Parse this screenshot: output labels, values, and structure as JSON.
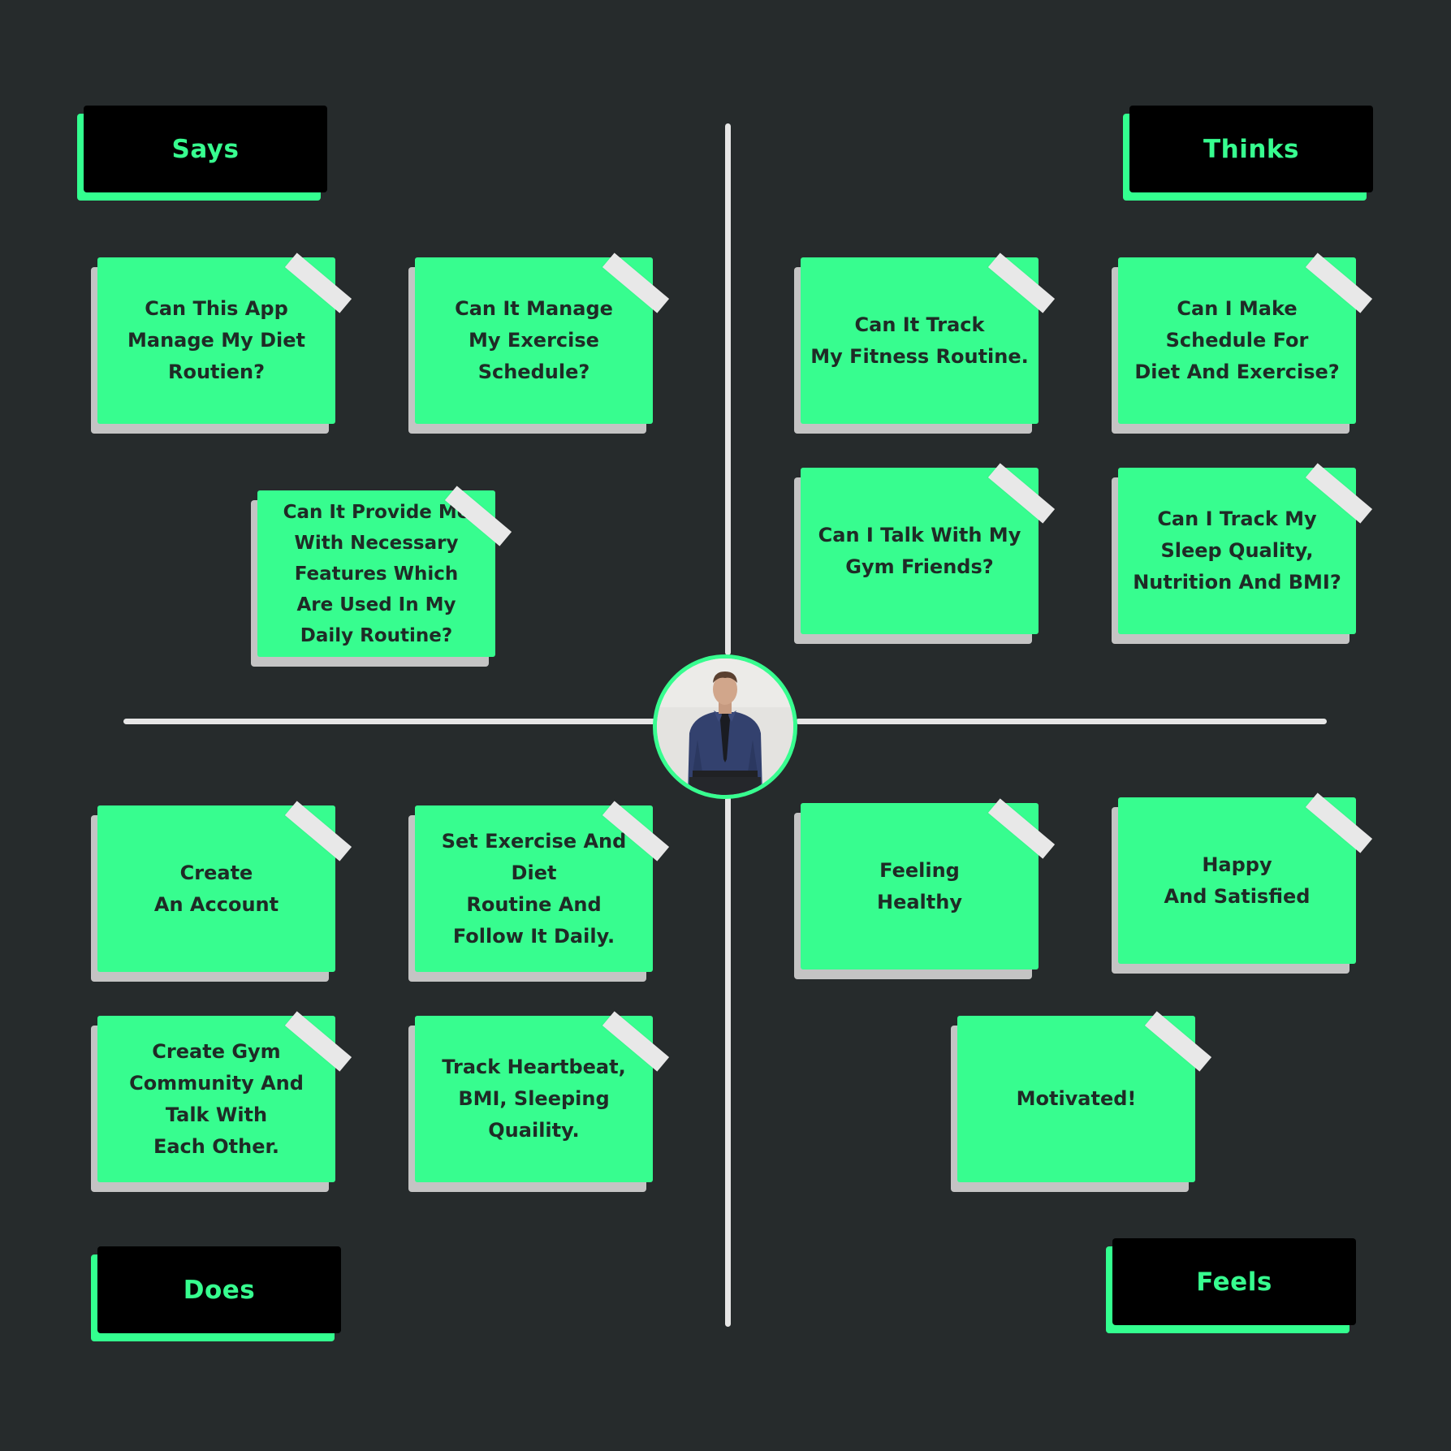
{
  "colors": {
    "background": "#262b2c",
    "accent": "#37fd8f",
    "note_text": "#1f2b26",
    "label_box": "#000000",
    "axis": "#e6e6e6"
  },
  "quadrants": {
    "says": "Says",
    "thinks": "Thinks",
    "does": "Does",
    "feels": "Feels"
  },
  "notes": {
    "says": [
      "Can This App\nManage My Diet\nRoutien?",
      "Can It Manage\nMy Exercise\nSchedule?",
      "Can It Provide Me\nWith Necessary\nFeatures Which\nAre Used In My\nDaily Routine?"
    ],
    "thinks": [
      "Can It Track\nMy Fitness Routine.",
      "Can I Make\nSchedule For\nDiet And Exercise?",
      "Can I Talk With My\nGym Friends?",
      "Can I Track My\nSleep Quality,\nNutrition And BMI?"
    ],
    "does": [
      "Create\nAn Account",
      "Set Exercise And Diet\nRoutine And\nFollow It Daily.",
      "Create Gym\nCommunity And\nTalk With\nEach Other.",
      "Track Heartbeat,\nBMI, Sleeping\nQuaility."
    ],
    "feels": [
      "Feeling\nHealthy",
      "Happy\nAnd Satisfied",
      "Motivated!"
    ]
  },
  "avatar": {
    "icon": "person-photo-icon"
  }
}
